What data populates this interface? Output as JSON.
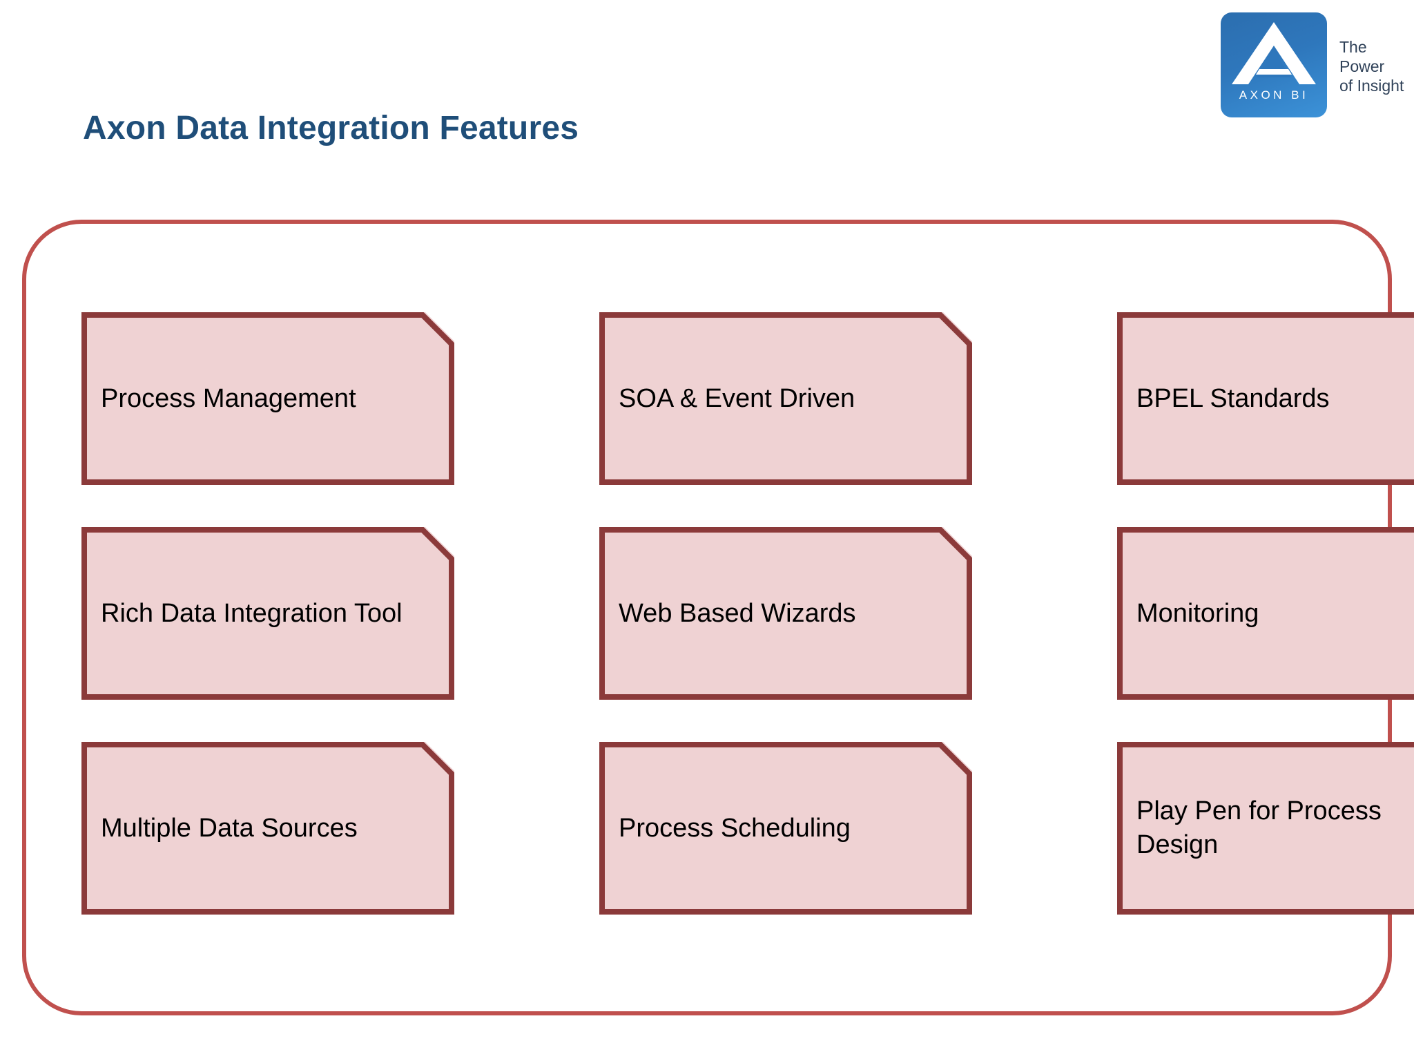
{
  "slide": {
    "title": "Axon Data Integration Features",
    "title_color": "#1F4E79",
    "background_color": "#FFFFFF"
  },
  "logo": {
    "mark_letter": "A",
    "wordmark": "AXON BI",
    "tagline": "The\nPower\nof Insight",
    "brand_blue": "#2E77BC",
    "tagline_color": "#2F4158"
  },
  "frame": {
    "border_color": "#C0504D",
    "corner_radius": "86px"
  },
  "features": {
    "box_fill": "#EFD2D3",
    "box_border": "#8B3A3A",
    "items": [
      {
        "label": "Process Management"
      },
      {
        "label": "SOA & Event Driven"
      },
      {
        "label": "BPEL Standards"
      },
      {
        "label": "Rich Data Integration Tool"
      },
      {
        "label": "Web Based Wizards"
      },
      {
        "label": "Monitoring"
      },
      {
        "label": "Multiple Data Sources"
      },
      {
        "label": "Process Scheduling"
      },
      {
        "label": "Play Pen for Process Design"
      }
    ]
  }
}
